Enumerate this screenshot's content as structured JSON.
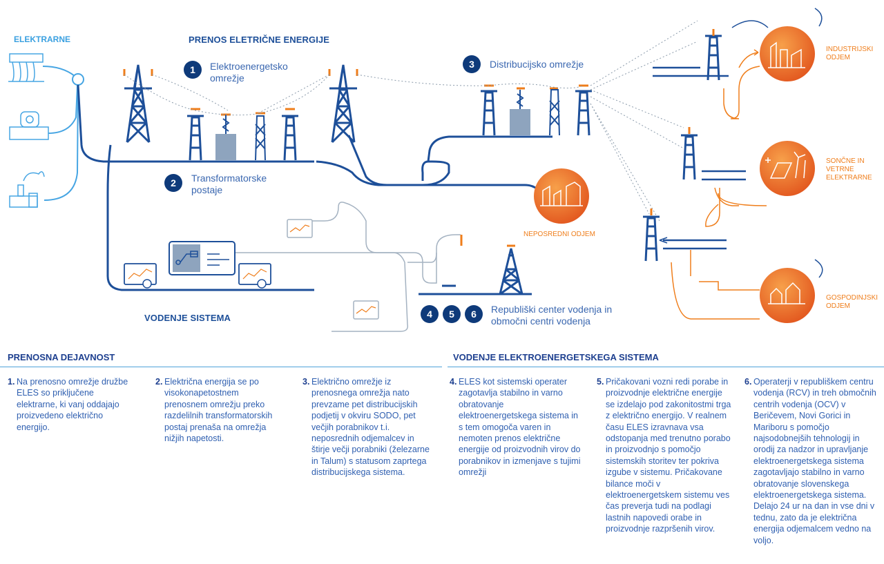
{
  "diagram": {
    "elektrarne": "ELEKTRARNE",
    "prenos_title": "PRENOS ELETRIČNE ENERGIJE",
    "item1": {
      "num": "1",
      "label": "Elektroenergetsko omrežje"
    },
    "item2": {
      "num": "2",
      "label": "Transformatorske postaje"
    },
    "item3": {
      "num": "3",
      "label": "Distribucijsko omrežje"
    },
    "items456": {
      "nums": [
        "4",
        "5",
        "6"
      ],
      "label": "Republiški center vodenja in območni centri vodenja"
    },
    "vodenje_title": "VODENJE SISTEMA",
    "neposredni": "NEPOSREDNI ODJEM",
    "industrijski": "INDUSTRIJSKI ODJEM",
    "soncne": "SONČNE IN VETRNE ELEKTRARNE",
    "gospodinjski": "GOSPODINJSKI ODJEM"
  },
  "colors": {
    "dark_blue": "#0e3a7a",
    "mid_blue": "#2a62b8",
    "light_blue": "#3aa0e0",
    "orange": "#ef7d1a",
    "grey": "#9aa8b8"
  },
  "sections": {
    "left_title": "PRENOSNA DEJAVNOST",
    "right_title": "VODENJE ELEKTROENERGETSKEGA SISTEMA"
  },
  "columns": [
    {
      "num": "1.",
      "text": "Na prenosno omrežje družbe ELES so priključene elektrarne, ki vanj oddajajo proizvedeno električno energijo."
    },
    {
      "num": "2.",
      "text": "Električna energija se po visokonapetostnem prenosnem omrežju preko razdelilnih transformatorskih postaj prenaša na omrežja nižjih napetosti."
    },
    {
      "num": "3.",
      "text": "Električno omrežje iz prenosnega omrežja nato prevzame pet distribucijskih podjetij v okviru SODO, pet večjih porabnikov t.i. neposrednih odjemalcev in štirje večji porabniki (železarne in Talum) s statusom zaprtega distribucijskega sistema."
    },
    {
      "num": "4.",
      "text": "ELES kot sistemski operater zagotavlja stabilno in varno obratovanje elektroenergetskega sistema in s tem omogoča varen in nemoten prenos električne energije od proizvodnih virov do porabnikov in izmenjave s tujimi omrežji"
    },
    {
      "num": "5.",
      "text": "Pričakovani vozni redi porabe in proizvodnje električne energije se izdelajo pod zakonitostmi trga z električno energijo. V realnem času ELES izravnava vsa odstopanja med trenutno porabo in proizvodnjo s pomočjo sistemskih storitev ter pokriva izgube v sistemu. Pričakovane bilance moči v elektroenergetskem sistemu ves čas preverja tudi na podlagi lastnih napovedi orabe in proizvodnje razpršenih virov."
    },
    {
      "num": "6.",
      "text": "Operaterji v republiškem centru vodenja (RCV) in treh območnih centrih vodenja (OCV) v Beričevem, Novi Gorici in Mariboru s pomočjo najsodobnejših tehnologij in orodij za nadzor in upravljanje elektroenergetskega sistema zagotavljajo stabilno in varno obratovanje slovenskega elektroenergetskega sistema. Delajo 24 ur na dan in vse dni v tednu, zato da je električna energija odjemalcem vedno na voljo."
    }
  ]
}
